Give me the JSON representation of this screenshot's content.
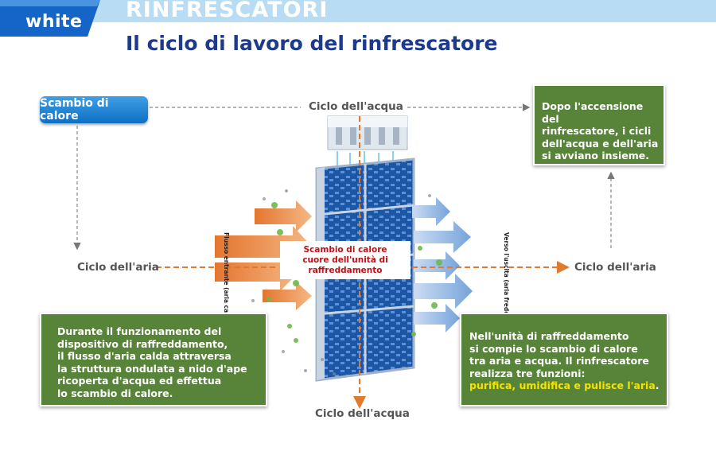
{
  "header": {
    "logo": "white",
    "section_title": "RINFRESCATORI",
    "title": "Il ciclo di lavoro del rinfrescatore"
  },
  "diagram": {
    "heat_exchange_button": "Scambio di calore",
    "water_cycle_top": "Ciclo dell'acqua",
    "water_cycle_bottom": "Ciclo dell'acqua",
    "air_cycle_left": "Ciclo dell'aria",
    "air_cycle_right": "Ciclo dell'aria",
    "inflow_label": "Flusso entrante (aria calda)",
    "outflow_label": "Verso l'uscita (aria fredda)",
    "center_label": [
      "Scambio di calore",
      "cuore dell'unità di",
      "raffreddamento"
    ],
    "box_top_right": [
      "Dopo l'accensione del",
      "rinfrescatore, i cicli",
      "dell'acqua e dell'aria",
      "si avviano insieme."
    ],
    "box_bottom_left": [
      "Durante il funzionamento del",
      "dispositivo di raffreddamento,",
      "il flusso d'aria calda attraversa",
      "la struttura ondulata a nido d'ape",
      "ricoperta d'acqua ed effettua",
      "lo scambio di calore."
    ],
    "box_bottom_right": [
      "Nell'unità di raffreddamento",
      "si compie lo scambio di calore",
      "tra aria e acqua. Il rinfrescatore",
      "realizza tre funzioni:"
    ],
    "box_bottom_right_highlight": "purifica, umidifica e pulisce l'aria",
    "box_bottom_right_end": "."
  },
  "colors": {
    "title_blue": "#1e3a8a",
    "header_bar": "#b8dcf4",
    "box_green": "#58843a",
    "highlight_yellow": "#f5e400",
    "flow_orange": "#e07a2e",
    "flow_blue": "#8fb8e6",
    "center_red": "#c01015"
  }
}
